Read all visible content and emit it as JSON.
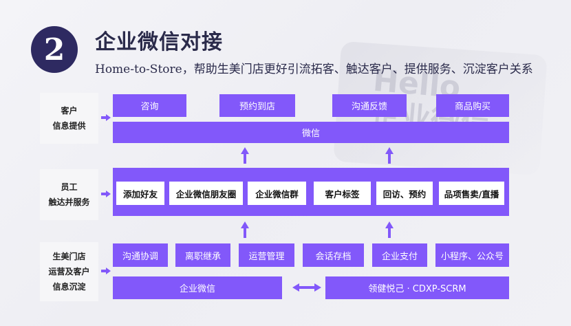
{
  "header": {
    "number": "2",
    "title": "企业微信对接",
    "subtitle": "Home-to-Store，帮助生美门店更好引流拓客、触达客户、提供服务、沉淀客户关系"
  },
  "watermark": {
    "line1": "Hello",
    "line2": "企业微信"
  },
  "rows": [
    {
      "label": "客户\n信息提供",
      "boxes": [
        "咨询",
        "预约到店",
        "沟通反馈",
        "商品购买"
      ],
      "bar": "微信"
    },
    {
      "label": "员工\n触达并服务",
      "boxes": [
        "添加好友",
        "企业微信朋友圈",
        "企业微信群",
        "客户标签",
        "回访、预约",
        "品项售卖/直播"
      ]
    },
    {
      "label": "生美门店\n运营及客户\n信息沉淀",
      "boxes": [
        "沟通协调",
        "离职继承",
        "运营管理",
        "会话存档",
        "企业支付",
        "小程序、公众号"
      ],
      "bar_left": "企业微信",
      "bar_right": "领健悦己 · CDXP-SCRM"
    }
  ],
  "colors": {
    "accent": "#8258fa",
    "badge": "#2e2a61",
    "title": "#2a2a4a"
  }
}
